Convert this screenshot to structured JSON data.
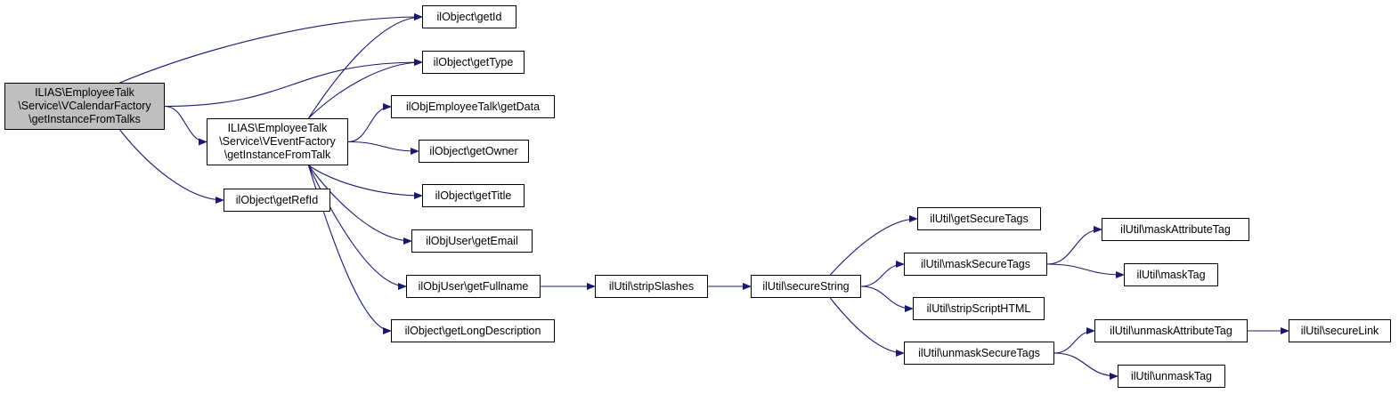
{
  "nodes": [
    {
      "id": "root",
      "label": "ILIAS\\EmployeeTalk\n\\Service\\VCalendarFactory\n\\getInstanceFromTalks",
      "highlight": true
    },
    {
      "id": "eventFactory",
      "label": "ILIAS\\EmployeeTalk\n\\Service\\VEventFactory\n\\getInstanceFromTalk"
    },
    {
      "id": "getRefId",
      "label": "ilObject\\getRefId"
    },
    {
      "id": "getId",
      "label": "ilObject\\getId"
    },
    {
      "id": "getType",
      "label": "ilObject\\getType"
    },
    {
      "id": "getData",
      "label": "ilObjEmployeeTalk\\getData"
    },
    {
      "id": "getOwner",
      "label": "ilObject\\getOwner"
    },
    {
      "id": "getTitle",
      "label": "ilObject\\getTitle"
    },
    {
      "id": "getEmail",
      "label": "ilObjUser\\getEmail"
    },
    {
      "id": "getFullname",
      "label": "ilObjUser\\getFullname"
    },
    {
      "id": "getLongDescription",
      "label": "ilObject\\getLongDescription"
    },
    {
      "id": "stripSlashes",
      "label": "ilUtil\\stripSlashes"
    },
    {
      "id": "secureString",
      "label": "ilUtil\\secureString"
    },
    {
      "id": "getSecureTags",
      "label": "ilUtil\\getSecureTags"
    },
    {
      "id": "maskSecureTags",
      "label": "ilUtil\\maskSecureTags"
    },
    {
      "id": "stripScriptHTML",
      "label": "ilUtil\\stripScriptHTML"
    },
    {
      "id": "unmaskSecureTags",
      "label": "ilUtil\\unmaskSecureTags"
    },
    {
      "id": "maskAttributeTag",
      "label": "ilUtil\\maskAttributeTag"
    },
    {
      "id": "maskTag",
      "label": "ilUtil\\maskTag"
    },
    {
      "id": "unmaskAttributeTag",
      "label": "ilUtil\\unmaskAttributeTag"
    },
    {
      "id": "unmaskTag",
      "label": "ilUtil\\unmaskTag"
    },
    {
      "id": "secureLink",
      "label": "ilUtil\\secureLink"
    }
  ],
  "edges": [
    [
      "root",
      "getId"
    ],
    [
      "root",
      "getType"
    ],
    [
      "root",
      "eventFactory"
    ],
    [
      "root",
      "getRefId"
    ],
    [
      "eventFactory",
      "getId"
    ],
    [
      "eventFactory",
      "getType"
    ],
    [
      "eventFactory",
      "getData"
    ],
    [
      "eventFactory",
      "getOwner"
    ],
    [
      "eventFactory",
      "getTitle"
    ],
    [
      "eventFactory",
      "getEmail"
    ],
    [
      "eventFactory",
      "getFullname"
    ],
    [
      "eventFactory",
      "getLongDescription"
    ],
    [
      "getFullname",
      "stripSlashes"
    ],
    [
      "stripSlashes",
      "secureString"
    ],
    [
      "secureString",
      "getSecureTags"
    ],
    [
      "secureString",
      "maskSecureTags"
    ],
    [
      "secureString",
      "stripScriptHTML"
    ],
    [
      "secureString",
      "unmaskSecureTags"
    ],
    [
      "maskSecureTags",
      "maskAttributeTag"
    ],
    [
      "maskSecureTags",
      "maskTag"
    ],
    [
      "unmaskSecureTags",
      "unmaskAttributeTag"
    ],
    [
      "unmaskSecureTags",
      "unmaskTag"
    ],
    [
      "unmaskAttributeTag",
      "secureLink"
    ]
  ],
  "colors": {
    "edge": "#191970",
    "root_fill": "#bfbfbf",
    "node_fill": "#ffffff",
    "border": "#000000"
  }
}
